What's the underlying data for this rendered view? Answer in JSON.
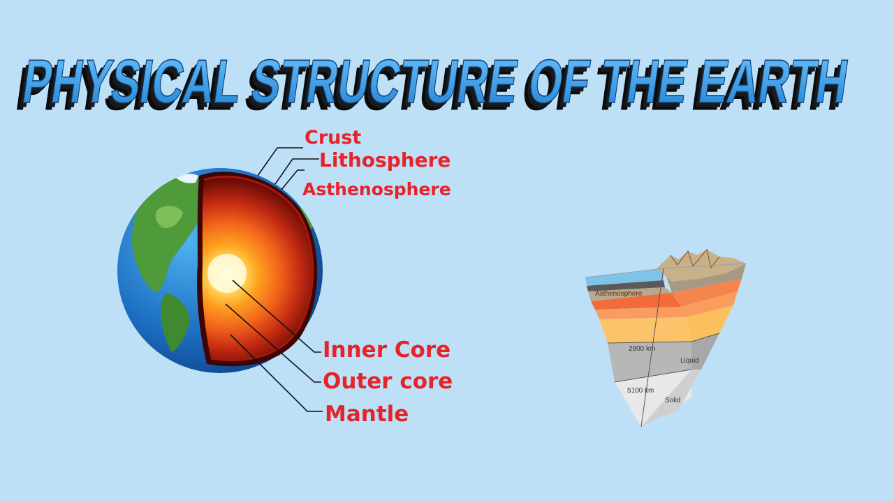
{
  "title": "PHYSICAL STRUCTURE OF THE EARTH",
  "earth_diagram": {
    "labels": {
      "crust": "Crust",
      "lithosphere": "Lithosphere",
      "asthenosphere": "Asthenosphere",
      "inner_core": "Inner Core",
      "outer_core": "Outer core",
      "mantle": "Mantle"
    }
  },
  "wedge_diagram": {
    "asthenosphere": "Asthenosphere",
    "depth_2900": "2900 km",
    "depth_5100": "5100 km",
    "liquid": "Liquid",
    "solid": "Solid"
  },
  "colors": {
    "background": "#bde0f7",
    "title_fill": "#3a9be0",
    "label_red": "#e5232a"
  }
}
